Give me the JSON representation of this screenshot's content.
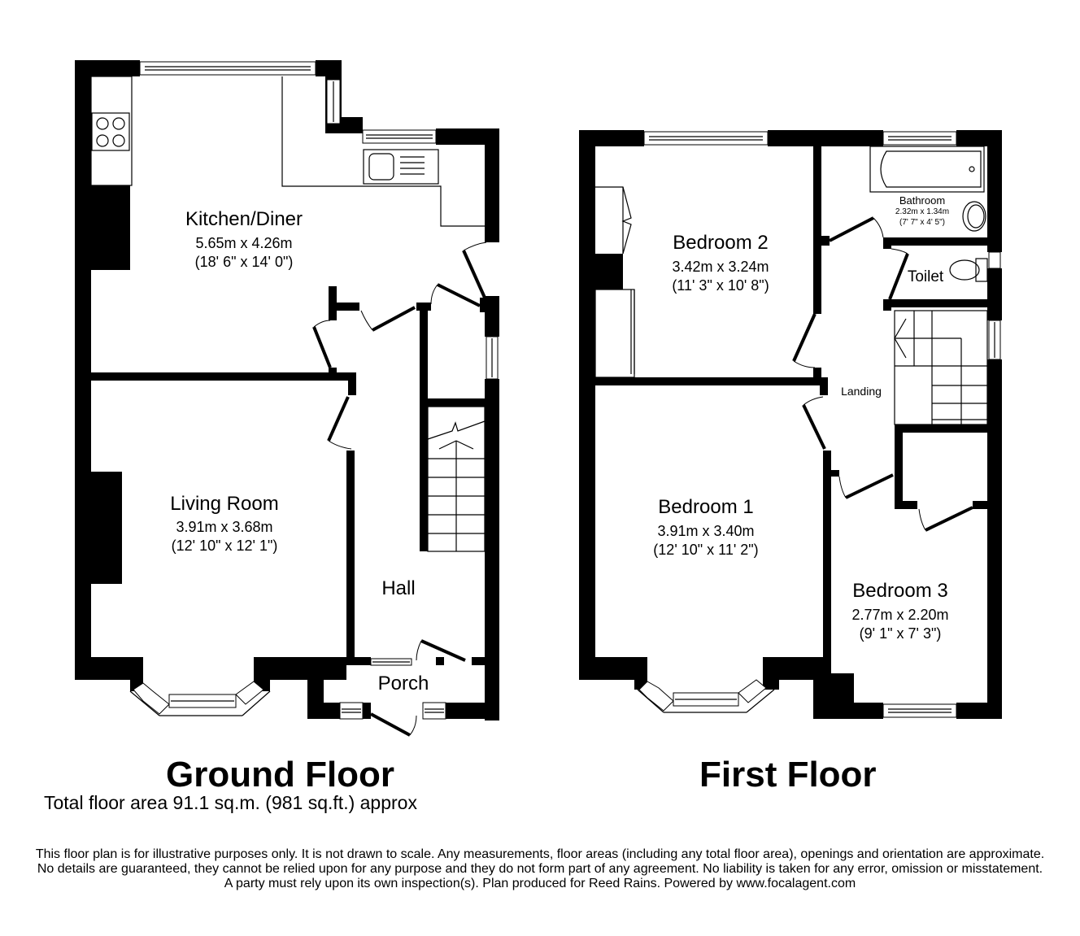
{
  "ground_floor": {
    "title": "Ground Floor",
    "rooms": {
      "kitchen": {
        "name": "Kitchen/Diner",
        "metric": "5.65m x 4.26m",
        "imperial": "(18' 6\" x 14' 0\")"
      },
      "living": {
        "name": "Living Room",
        "metric": "3.91m x 3.68m",
        "imperial": "(12' 10\" x 12' 1\")"
      },
      "hall": {
        "name": "Hall"
      },
      "porch": {
        "name": "Porch"
      }
    }
  },
  "first_floor": {
    "title": "First Floor",
    "rooms": {
      "bedroom2": {
        "name": "Bedroom 2",
        "metric": "3.42m x 3.24m",
        "imperial": "(11' 3\" x 10' 8\")"
      },
      "bathroom": {
        "name": "Bathroom",
        "metric": "2.32m x 1.34m",
        "imperial": "(7' 7\" x 4' 5\")"
      },
      "toilet": {
        "name": "Toilet"
      },
      "landing": {
        "name": "Landing"
      },
      "bedroom1": {
        "name": "Bedroom 1",
        "metric": "3.91m x 3.40m",
        "imperial": "(12' 10\" x 11' 2\")"
      },
      "bedroom3": {
        "name": "Bedroom 3",
        "metric": "2.77m x 2.20m",
        "imperial": "(9' 1\" x 7' 3\")"
      }
    }
  },
  "total_area": "Total floor area 91.1 sq.m. (981 sq.ft.) approx",
  "disclaimer": "This floor plan is for illustrative purposes only. It is not drawn to scale. Any measurements, floor areas (including any total floor area), openings and orientation are approximate. No details are guaranteed, they cannot be relied upon for any purpose and they do not form part of any agreement. No liability is taken for any error, omission or misstatement. A party must rely upon its own inspection(s). Plan produced for Reed Rains. Powered by www.focalagent.com",
  "colors": {
    "wall": "#000000",
    "background": "#ffffff"
  }
}
